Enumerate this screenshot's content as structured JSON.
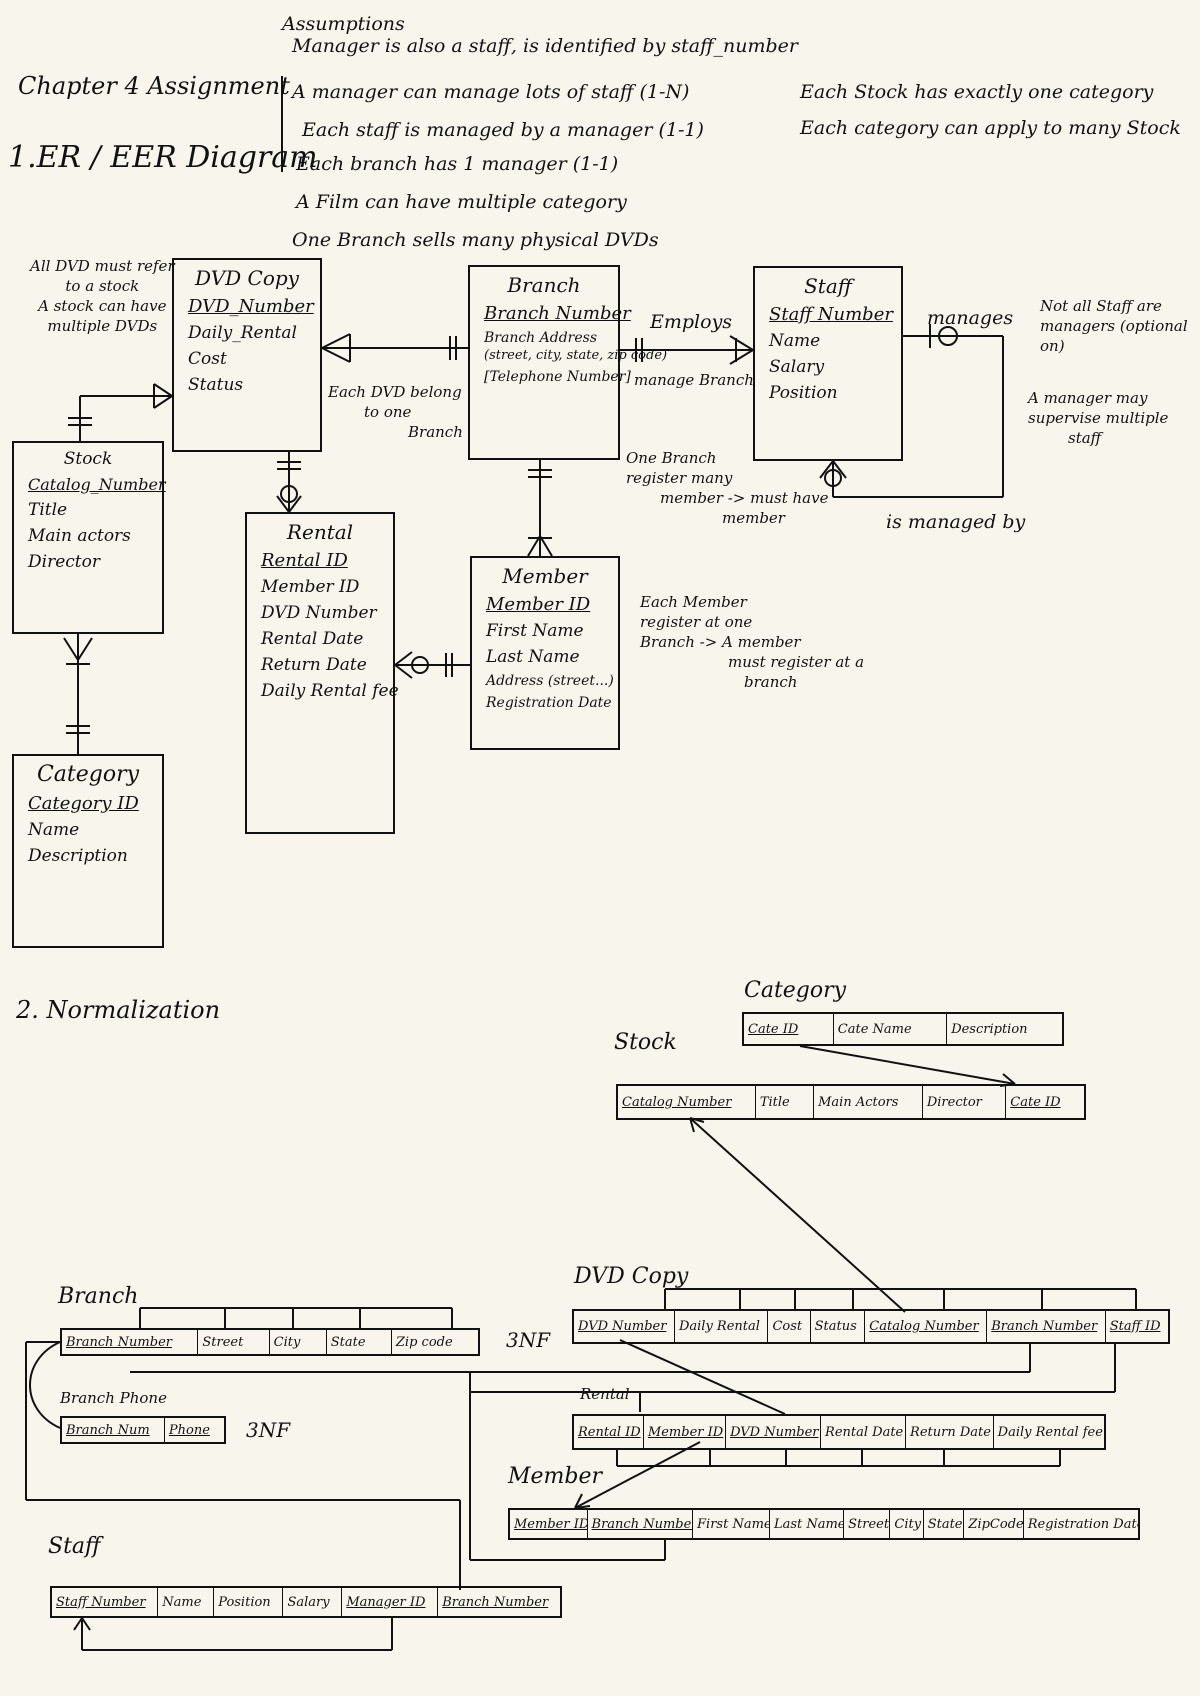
{
  "heading": {
    "chapter": "Chapter 4 Assignment",
    "section1": "1.ER / EER Diagram",
    "section2": "2. Normalization"
  },
  "assumptions": {
    "title": "Assumptions",
    "lines": [
      "Manager is also a staff, is identified by staff_number",
      "A manager can manage lots of staff (1-N)",
      "Each staff is managed by a manager (1-1)",
      "Each branch has 1 manager (1-1)",
      "A Film can have multiple category",
      "One Branch sells many physical DVDs",
      "Each Stock has exactly one category",
      "Each category can apply to many Stock"
    ]
  },
  "notes": {
    "dvd_stock": [
      "All DVD must refer",
      "to a stock",
      "A stock can have",
      "multiple DVDs"
    ],
    "dvd_branch": [
      "Each DVD belong",
      "to one",
      "Branch"
    ],
    "employs": "Employs",
    "manage_branch": "manage Branch",
    "manages": "manages",
    "not_all_staff": [
      "Not all Staff are",
      "managers (optional",
      "on)"
    ],
    "manager_multiple": [
      "A manager may",
      "supervise multiple",
      "staff"
    ],
    "is_managed_by": "is managed by",
    "branch_members": [
      "One Branch",
      "register many",
      "member -> must have",
      "member"
    ],
    "member_register": [
      "Each Member",
      "register at one",
      "Branch -> A member",
      "must register at a",
      "branch"
    ]
  },
  "entities": {
    "dvd_copy": {
      "title": "DVD Copy",
      "key": "DVD_Number",
      "attrs": [
        "Daily_Rental",
        "Cost",
        "Status"
      ]
    },
    "branch": {
      "title": "Branch",
      "key": "Branch Number",
      "attrs": [
        "Branch Address",
        "(street, city, state, zip code)",
        "[Telephone Number]"
      ]
    },
    "staff": {
      "title": "Staff",
      "key": "Staff Number",
      "attrs": [
        "Name",
        "Salary",
        "Position"
      ]
    },
    "stock": {
      "title": "Stock",
      "key": "Catalog_Number",
      "attrs": [
        "Title",
        "Main actors",
        "Director"
      ]
    },
    "rental": {
      "title": "Rental",
      "key": "Rental ID",
      "attrs": [
        "Member ID",
        "DVD Number",
        "Rental Date",
        "Return Date",
        "Daily Rental fee"
      ]
    },
    "member": {
      "title": "Member",
      "key": "Member ID",
      "attrs": [
        "First Name",
        "Last Name",
        "Address (street...)",
        "Registration Date"
      ]
    },
    "category": {
      "title": "Category",
      "key": "Category ID",
      "attrs": [
        "Name",
        "Description"
      ]
    }
  },
  "normalization": {
    "category": {
      "title": "Category",
      "cols": [
        "Cate ID",
        "Cate Name",
        "Description"
      ]
    },
    "stock": {
      "title": "Stock",
      "cols": [
        "Catalog Number",
        "Title",
        "Main Actors",
        "Director",
        "Cate ID"
      ]
    },
    "dvd_copy": {
      "title": "DVD Copy",
      "cols": [
        "DVD Number",
        "Daily Rental",
        "Cost",
        "Status",
        "Catalog Number",
        "Branch Number",
        "Staff ID"
      ]
    },
    "branch": {
      "title": "Branch",
      "nf": "3NF",
      "cols": [
        "Branch Number",
        "Street",
        "City",
        "State",
        "Zip code"
      ]
    },
    "branch_phone": {
      "title": "Branch Phone",
      "nf": "3NF",
      "cols": [
        "Branch Num",
        "Phone"
      ]
    },
    "rental": {
      "title": "Rental",
      "cols": [
        "Rental ID",
        "Member ID",
        "DVD Number",
        "Rental Date",
        "Return Date",
        "Daily Rental fee"
      ]
    },
    "member": {
      "title": "Member",
      "cols": [
        "Member ID",
        "Branch Number",
        "First Name",
        "Last Name",
        "Street",
        "City",
        "State",
        "ZipCode",
        "Registration Date"
      ]
    },
    "staff": {
      "title": "Staff",
      "cols": [
        "Staff Number",
        "Name",
        "Position",
        "Salary",
        "Manager ID",
        "Branch Number"
      ]
    }
  }
}
